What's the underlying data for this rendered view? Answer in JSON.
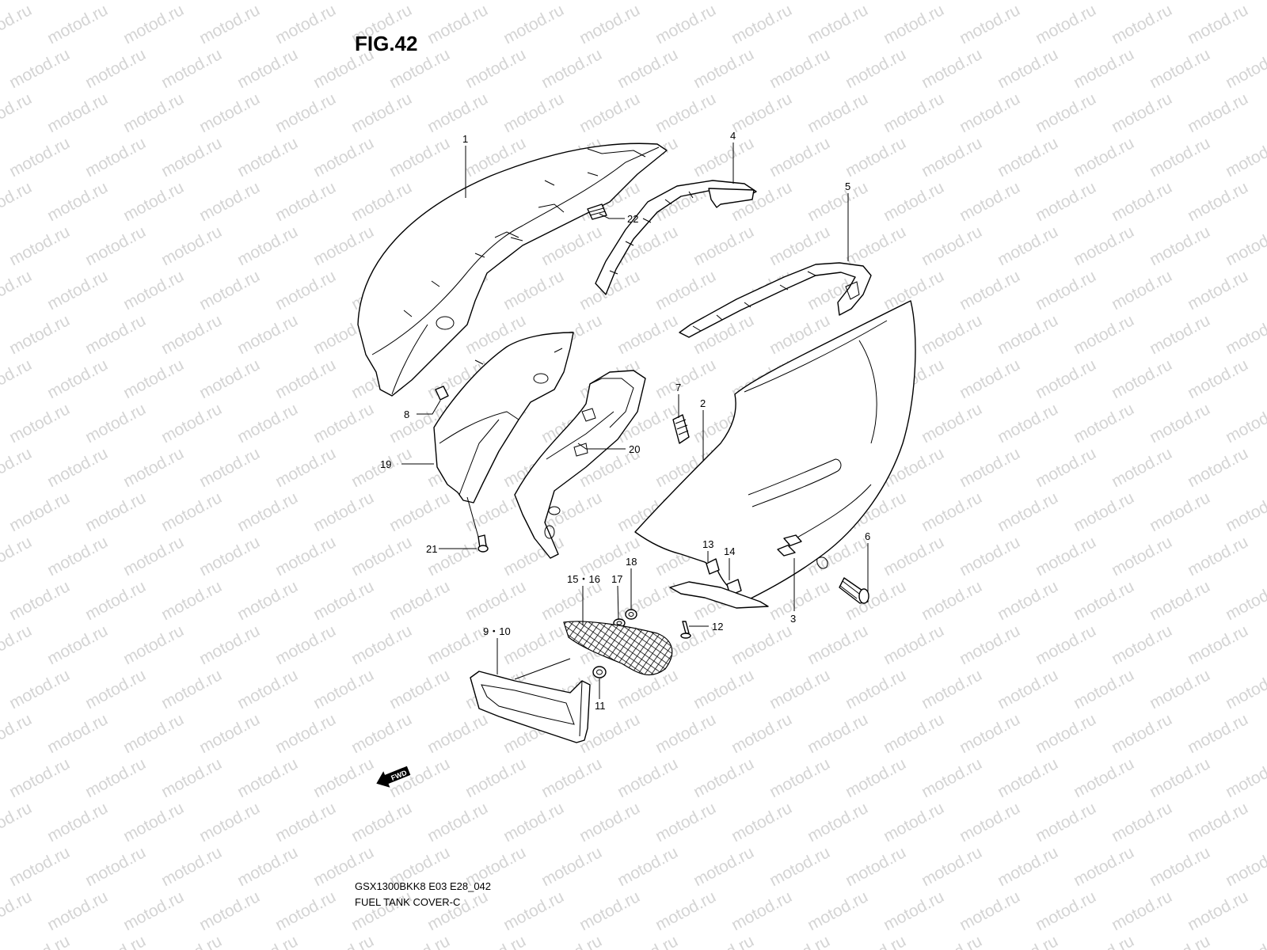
{
  "figure": {
    "title": "FIG.42",
    "model_code": "GSX1300BKK8 E03 E28_042",
    "assembly_name": "FUEL TANK COVER-C"
  },
  "watermark": {
    "text": "motod.ru",
    "color": "#d4d4d4"
  },
  "fwd_label": "FWD",
  "callouts": [
    {
      "id": "c1",
      "text": "1"
    },
    {
      "id": "c2",
      "text": "2"
    },
    {
      "id": "c3",
      "text": "3"
    },
    {
      "id": "c4",
      "text": "4"
    },
    {
      "id": "c5",
      "text": "5"
    },
    {
      "id": "c6",
      "text": "6"
    },
    {
      "id": "c7",
      "text": "7"
    },
    {
      "id": "c8",
      "text": "8"
    },
    {
      "id": "c9",
      "text": "9・10"
    },
    {
      "id": "c11",
      "text": "11"
    },
    {
      "id": "c12",
      "text": "12"
    },
    {
      "id": "c13",
      "text": "13"
    },
    {
      "id": "c14",
      "text": "14"
    },
    {
      "id": "c15",
      "text": "15・16"
    },
    {
      "id": "c17",
      "text": "17"
    },
    {
      "id": "c18",
      "text": "18"
    },
    {
      "id": "c19",
      "text": "19"
    },
    {
      "id": "c20",
      "text": "20"
    },
    {
      "id": "c21",
      "text": "21"
    },
    {
      "id": "c22",
      "text": "22"
    }
  ]
}
